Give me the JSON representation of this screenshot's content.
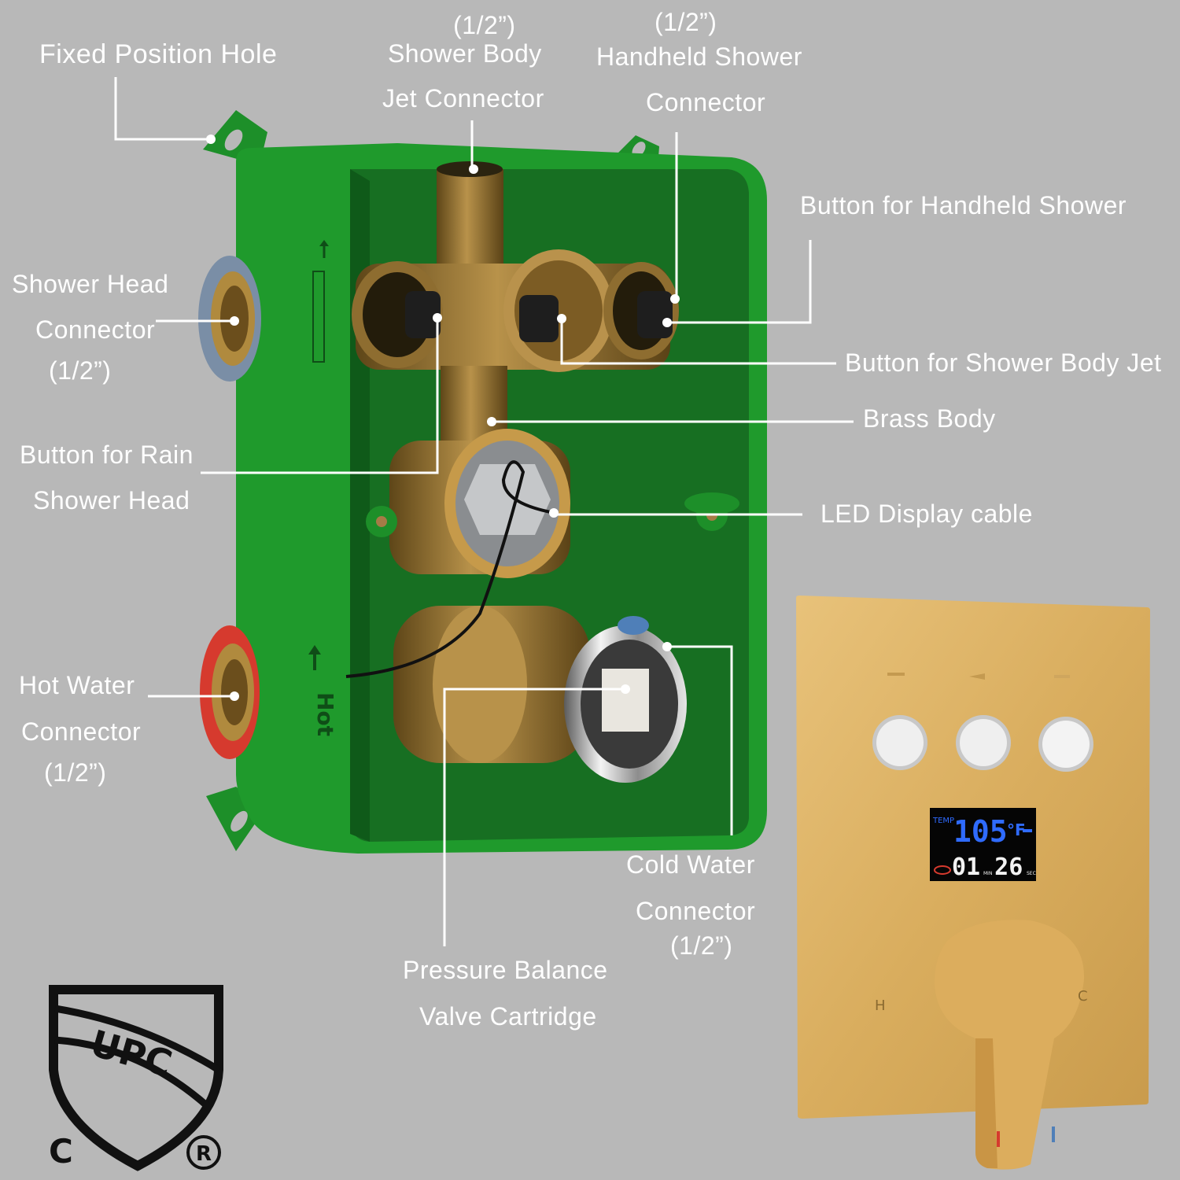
{
  "labels": {
    "fixed_position_hole": "Fixed Position Hole",
    "shower_body_jet": {
      "l1": "(1/2”)",
      "l2": "Shower Body",
      "l3": "Jet Connector"
    },
    "handheld_connector": {
      "l1": "(1/2”)",
      "l2": "Handheld Shower",
      "l3": "Connector"
    },
    "button_handheld": "Button for Handheld Shower",
    "shower_head_connector": {
      "l1": "Shower Head",
      "l2": "Connector",
      "l3": "(1/2”)"
    },
    "button_body_jet": "Button for Shower Body Jet",
    "brass_body": "Brass Body",
    "button_rain": {
      "l1": "Button for Rain",
      "l2": "Shower Head"
    },
    "led_cable": "LED Display cable",
    "hot_water": {
      "l1": "Hot Water",
      "l2": "Connector",
      "l3": "(1/2”)"
    },
    "cold_water": {
      "l1": "Cold Water",
      "l2": "Connector",
      "l3": "(1/2”)"
    },
    "cartridge": {
      "l1": "Pressure Balance",
      "l2": "Valve Cartridge"
    }
  },
  "box_marks": {
    "hot": "Hot"
  },
  "display": {
    "temp_tag": "TEMP",
    "temp": "105",
    "unit": "°F",
    "time": "01 26",
    "min": "MIN",
    "sec": "SEC"
  },
  "trim": {
    "h": "H",
    "c": "C"
  },
  "cert": {
    "mark": "UPC",
    "c": "C",
    "r": "R"
  },
  "colors": {
    "background": "#b8b8b8",
    "box_green": "#1f9a2c",
    "brass": "#9c7a3c",
    "gold_trim": "#dcb46a",
    "hot_ring": "#d63a2e",
    "cold_ring": "#4f7fb8",
    "display_blue": "#2f6bff"
  }
}
